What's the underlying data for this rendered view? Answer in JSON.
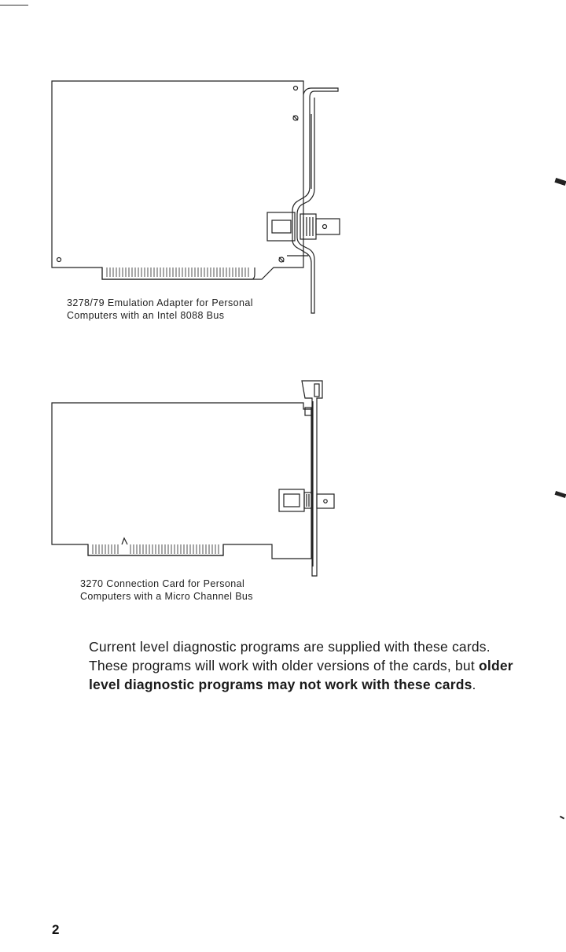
{
  "figures": [
    {
      "id": "emulation-adapter",
      "caption_line1": "3278/79 Emulation Adapter for Personal",
      "caption_line2": "Computers with an Intel 8088 Bus"
    },
    {
      "id": "connection-card",
      "caption_line1": "3270 Connection Card for Personal",
      "caption_line2": "Computers with a Micro Channel Bus"
    }
  ],
  "body": {
    "text_plain": "Current level diagnostic programs are supplied with these cards. These programs will work with older versions of the cards, but ",
    "text_bold": "older level diagnostic programs may not work with these cards",
    "text_end": "."
  },
  "page_number": "2"
}
